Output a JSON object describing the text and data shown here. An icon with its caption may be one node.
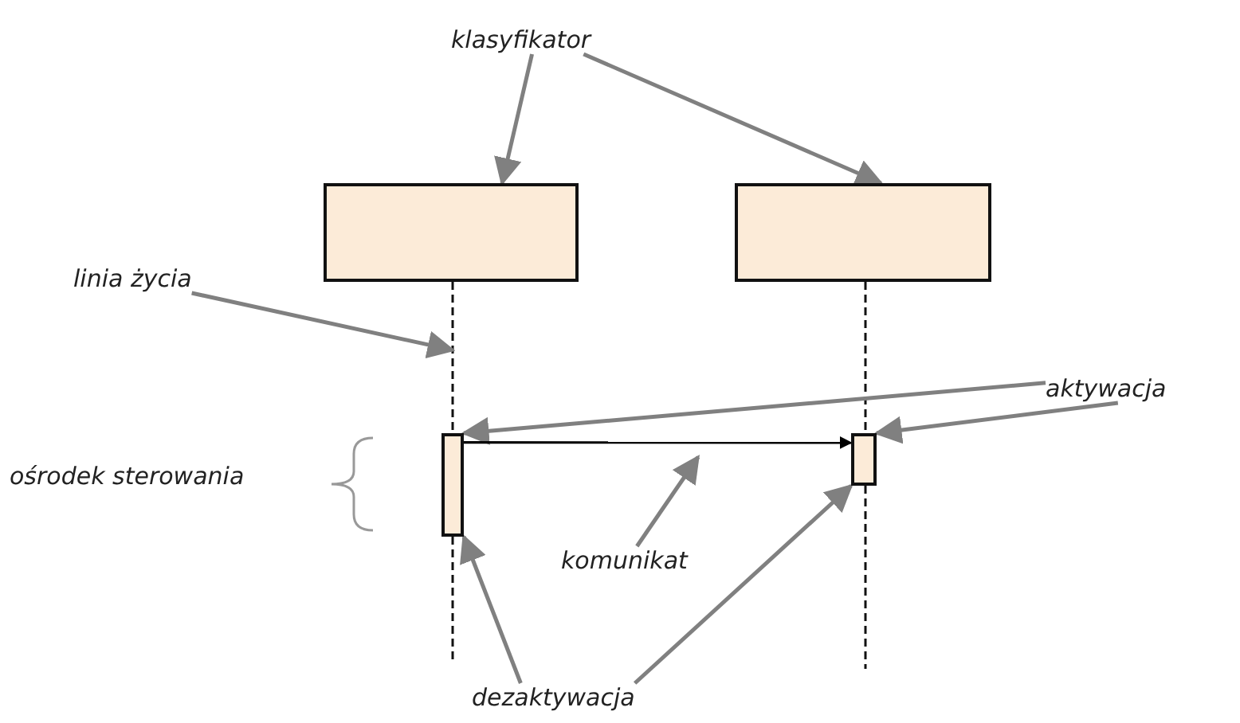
{
  "diagram": {
    "nodes": [
      {
        "text": [
          "klasyfikator"
        ]
      },
      {
        "text": [],
        "shape": "box"
      },
      {
        "text": [],
        "shape": "box"
      },
      {
        "text": [
          "linia życia"
        ]
      },
      {
        "text": [],
        "shape": "line"
      },
      {
        "text": [],
        "shape": "line"
      },
      {
        "text": [
          "aktywacja"
        ]
      },
      {
        "text": [],
        "shape": "bar"
      },
      {
        "text": [],
        "shape": "bar"
      },
      {
        "text": [
          "ośrodek sterowania"
        ]
      },
      {
        "text": [
          "komunikat"
        ]
      },
      {
        "text": [
          "dezaktywacja"
        ]
      }
    ],
    "edges": [
      {
        "from": 0,
        "to": 1,
        "arrow": "to"
      },
      {
        "from": 0,
        "to": 2,
        "arrow": "to"
      },
      {
        "from": 3,
        "to": 4,
        "arrow": "to"
      },
      {
        "from": 6,
        "to": 7,
        "arrow": "to"
      },
      {
        "from": 6,
        "to": 8,
        "arrow": "to"
      },
      {
        "from": 7,
        "to": 8,
        "arrow": "to",
        "color": "#000000"
      },
      {
        "from": 10,
        "to": null,
        "arrow": "to"
      },
      {
        "from": 11,
        "to": 7,
        "arrow": "to"
      },
      {
        "from": 11,
        "to": 8,
        "arrow": "to"
      }
    ]
  }
}
